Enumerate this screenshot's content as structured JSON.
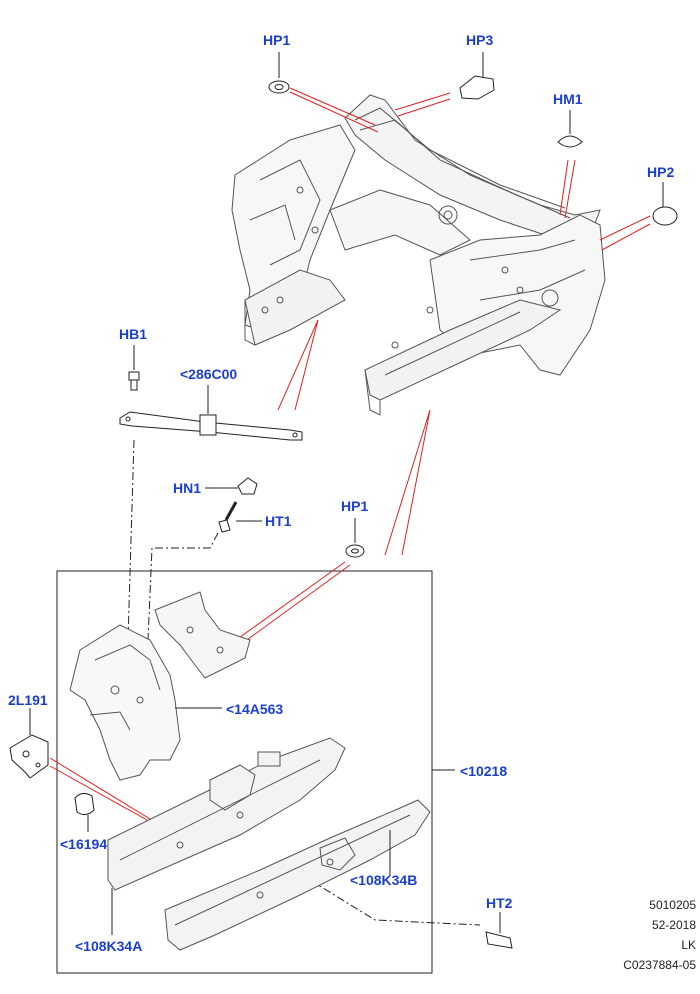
{
  "callouts": {
    "hp1_top": "HP1",
    "hp3": "HP3",
    "hm1": "HM1",
    "hp2": "HP2",
    "hb1": "HB1",
    "c286": "<286C00",
    "hn1": "HN1",
    "ht1": "HT1",
    "hp1_mid": "HP1",
    "c2l191": "2L191",
    "c14a563": "<14A563",
    "c10218": "<10218",
    "c16194": "<16194",
    "c108k34b": "<108K34B",
    "c108k34a": "<108K34A",
    "ht2": "HT2"
  },
  "reference": {
    "line1": "5010205",
    "line2": "52-2018",
    "line3": "LK",
    "line4": "C0237884-05"
  },
  "colors": {
    "callout": "#1a3fcf",
    "leader_red": "#e02020",
    "line": "#222222"
  }
}
